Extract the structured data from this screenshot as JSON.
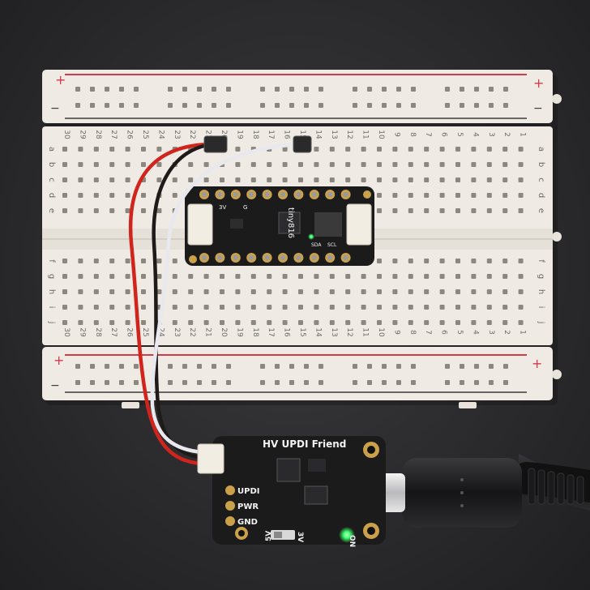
{
  "breadcolors": {
    "board": "#efebe4",
    "hole": "#8d887f",
    "plus_rail": "#d23a4a",
    "minus_rail": "#3a3a3a",
    "pcb": "#1b1b1c",
    "gold": "#caa04a",
    "wire_red": "#d0241c",
    "wire_black": "#1e1a1a",
    "wire_white": "#e8e8ee",
    "led_green": "#3cff6a"
  },
  "breadboard": {
    "rail_top_plus": "+",
    "rail_top_minus": "−",
    "rail_bottom_plus": "+",
    "rail_bottom_minus": "−",
    "columns_top": [
      "30",
      "29",
      "28",
      "27",
      "26",
      "25",
      "24",
      "23",
      "22",
      "21",
      "20",
      "19",
      "18",
      "17",
      "16",
      "15",
      "14",
      "13",
      "12",
      "11",
      "10",
      "9",
      "8",
      "7",
      "6",
      "5",
      "4",
      "3",
      "2",
      "1"
    ],
    "columns_bottom": [
      "30",
      "29",
      "28",
      "27",
      "26",
      "25",
      "24",
      "23",
      "22",
      "21",
      "20",
      "19",
      "18",
      "17",
      "16",
      "15",
      "14",
      "13",
      "12",
      "11",
      "10",
      "9",
      "8",
      "7",
      "6",
      "5",
      "4",
      "3",
      "2",
      "1"
    ],
    "rows_top": [
      "a",
      "b",
      "c",
      "d",
      "e"
    ],
    "rows_bottom": [
      "f",
      "g",
      "h",
      "i",
      "j"
    ]
  },
  "target_board": {
    "chip_label": "tiny816",
    "pin_labels": [
      "3V",
      "G",
      "SCL",
      "SDA"
    ]
  },
  "programmer": {
    "title": "HV UPDI Friend",
    "pin_labels": [
      "UPDI",
      "PWR",
      "GND"
    ],
    "switch_labels": [
      "5V",
      "3V"
    ],
    "led_label": "ON"
  },
  "icons": [
    "usb-c-cable-icon",
    "jst-connector-icon",
    "led-icon",
    "switch-icon"
  ]
}
